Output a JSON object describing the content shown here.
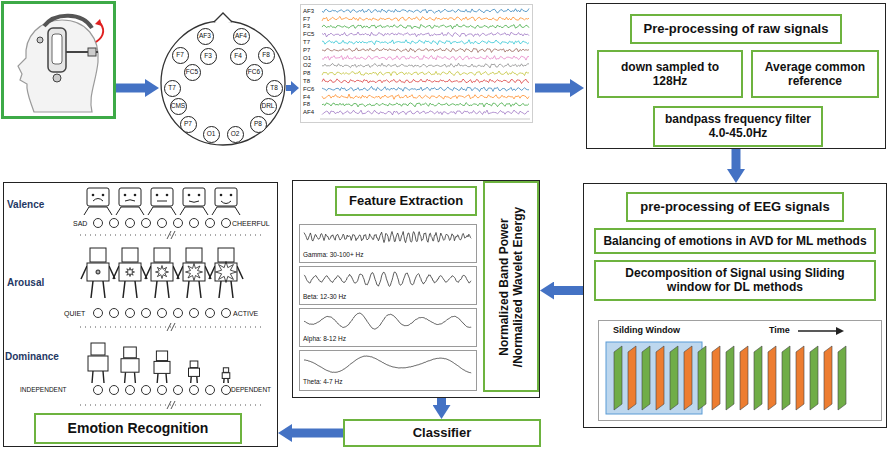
{
  "diagram": {
    "nodes": [
      {
        "text": [
          "AF3"
        ]
      },
      {
        "text": [
          "AF4"
        ]
      },
      {
        "text": [
          "F7"
        ]
      },
      {
        "text": [
          "F3"
        ]
      },
      {
        "text": [
          "F4"
        ]
      },
      {
        "text": [
          "F8"
        ]
      },
      {
        "text": [
          "FC5"
        ]
      },
      {
        "text": [
          "FC6"
        ]
      },
      {
        "text": [
          "T7"
        ]
      },
      {
        "text": [
          "T8"
        ]
      },
      {
        "text": [
          "CMS"
        ]
      },
      {
        "text": [
          "DRL"
        ]
      },
      {
        "text": [
          "P7"
        ]
      },
      {
        "text": [
          "P8"
        ]
      },
      {
        "text": [
          "O1"
        ]
      },
      {
        "text": [
          "O2"
        ]
      },
      {
        "text": [
          "Pre-processing of raw signals"
        ]
      },
      {
        "text": [
          "down sampled to 128Hz"
        ],
        "in": 16
      },
      {
        "text": [
          "Average common reference"
        ],
        "in": 16
      },
      {
        "text": [
          "bandpass frequency filter 4.0-45.0Hz"
        ],
        "in": 16
      },
      {
        "text": [
          "Emotion Recognition"
        ]
      },
      {
        "text": [
          "Feature Extraction"
        ]
      },
      {
        "text": [
          "Normalized Band Power /Normalized Wavelet Energy"
        ],
        "in": 21
      },
      {
        "text": [
          "pre-processing of EEG signals"
        ]
      },
      {
        "text": [
          "Balancing of emotions in AVD for ML methods"
        ],
        "in": 23
      },
      {
        "text": [
          "Decomposition of Signal using Sliding window for DL methods"
        ],
        "in": 23
      },
      {
        "text": [
          "Classifier"
        ]
      }
    ],
    "edges": [
      {
        "from": 16,
        "to": 23,
        "arrow": "to"
      },
      {
        "from": 23,
        "to": 21,
        "arrow": "to"
      },
      {
        "from": 21,
        "to": 26,
        "arrow": "to"
      },
      {
        "from": 26,
        "to": 20,
        "arrow": "to"
      }
    ],
    "labels": [
      "AF3",
      "F7",
      "F3",
      "FC5",
      "T7",
      "P7",
      "O1",
      "O2",
      "P8",
      "T8",
      "FC6",
      "F4",
      "F8",
      "AF4",
      "Gamma: 30-100+ Hz",
      "Beta: 12-30 Hz",
      "Alpha: 8-12 Hz",
      "Theta: 4-7 Hz",
      "Silding Window",
      "Time",
      "Valence",
      "SAD",
      "CHEERFUL",
      "Arousal",
      "QUIET",
      "ACTIVE",
      "Dominance",
      "INDEPENDENT",
      "DEPENDENT"
    ]
  }
}
